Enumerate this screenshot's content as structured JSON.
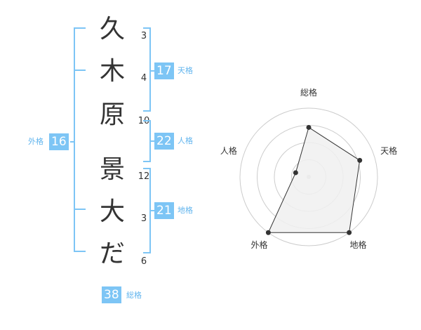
{
  "name_chars": [
    {
      "char": "久",
      "strokes": "3"
    },
    {
      "char": "木",
      "strokes": "4"
    },
    {
      "char": "原",
      "strokes": "10"
    },
    {
      "char": "景",
      "strokes": "12"
    },
    {
      "char": "大",
      "strokes": "3"
    },
    {
      "char": "だ",
      "strokes": "6"
    }
  ],
  "kaku": {
    "tenkaku": {
      "value": "17",
      "label": "天格"
    },
    "jinkaku": {
      "value": "22",
      "label": "人格"
    },
    "chikaku": {
      "value": "21",
      "label": "地格"
    },
    "gaikaku": {
      "value": "16",
      "label": "外格"
    },
    "soukaku": {
      "value": "38",
      "label": "総格"
    }
  },
  "colors": {
    "bracket": "#7dc5f5",
    "badge": "#7dc5f5",
    "label": "#62b5ee",
    "radar_fill": "#f0f0f0",
    "radar_line": "#333333",
    "ring": "#cccccc"
  },
  "chart_data": {
    "type": "radar",
    "axes": [
      "総格",
      "天格",
      "地格",
      "外格",
      "人格"
    ],
    "values": [
      0.72,
      0.78,
      1.0,
      1.0,
      0.2
    ],
    "rings": 4
  }
}
